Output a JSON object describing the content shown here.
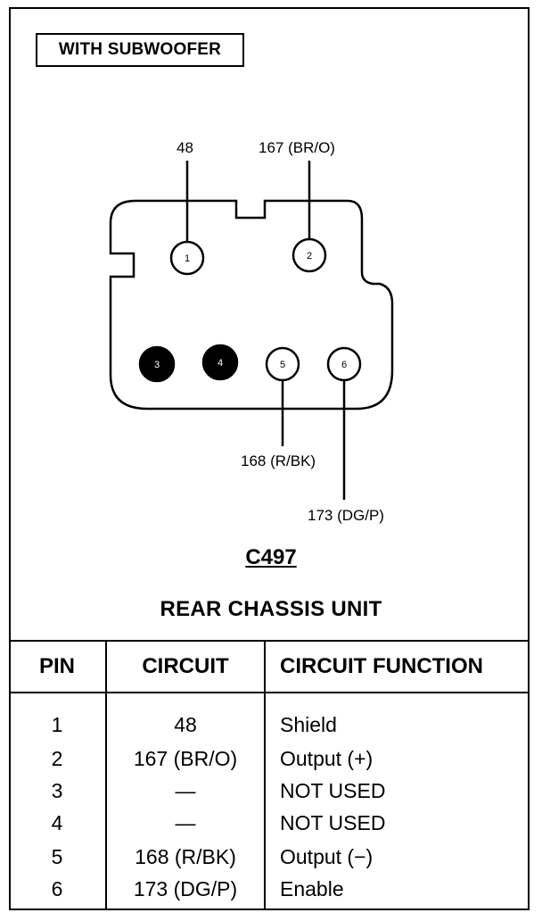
{
  "variant_label": "WITH SUBWOOFER",
  "connector": {
    "id": "C497",
    "name": "REAR CHASSIS UNIT",
    "pins": [
      {
        "number": "1",
        "filled": false,
        "wire_label": "48"
      },
      {
        "number": "2",
        "filled": false,
        "wire_label": "167 (BR/O)"
      },
      {
        "number": "3",
        "filled": true,
        "wire_label": ""
      },
      {
        "number": "4",
        "filled": true,
        "wire_label": ""
      },
      {
        "number": "5",
        "filled": false,
        "wire_label": "168 (R/BK)"
      },
      {
        "number": "6",
        "filled": false,
        "wire_label": "173 (DG/P)"
      }
    ]
  },
  "table": {
    "headers": {
      "pin": "PIN",
      "circuit": "CIRCUIT",
      "function": "CIRCUIT FUNCTION"
    },
    "rows": [
      {
        "pin": "1",
        "circuit": "48",
        "function": "Shield"
      },
      {
        "pin": "2",
        "circuit": "167 (BR/O)",
        "function": "Output (+)"
      },
      {
        "pin": "3",
        "circuit": "—",
        "function": "NOT USED"
      },
      {
        "pin": "4",
        "circuit": "—",
        "function": "NOT USED"
      },
      {
        "pin": "5",
        "circuit": "168 (R/BK)",
        "function": "Output (−)"
      },
      {
        "pin": "6",
        "circuit": "173 (DG/P)",
        "function": "Enable"
      }
    ]
  }
}
